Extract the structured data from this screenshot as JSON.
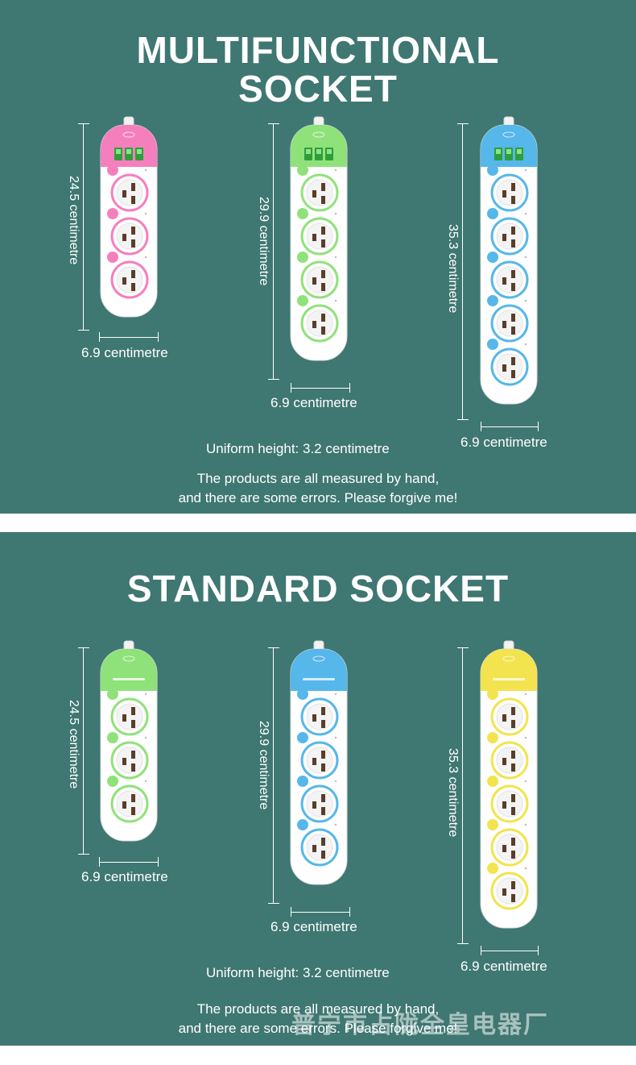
{
  "sections": [
    {
      "title_line1": "MULTIFUNCTIONAL",
      "title_line2": "SOCKET",
      "uniform_height": "Uniform height: 3.2 centimetre",
      "note_line1": "The products are all measured by hand,",
      "note_line2": "and there are some errors. Please forgive me!",
      "products": [
        {
          "color": "#f57fbd",
          "outlets": 3,
          "usb": true,
          "height_label": "24.5 centimetre",
          "width_label": "6.9 centimetre"
        },
        {
          "color": "#8fe27a",
          "outlets": 4,
          "usb": true,
          "height_label": "29.9 centimetre",
          "width_label": "6.9 centimetre"
        },
        {
          "color": "#56b7ea",
          "outlets": 5,
          "usb": true,
          "height_label": "35.3 centimetre",
          "width_label": "6.9 centimetre"
        }
      ]
    },
    {
      "title_line1": "STANDARD SOCKET",
      "title_line2": "",
      "uniform_height": "Uniform height: 3.2 centimetre",
      "note_line1": "The products are all measured by hand,",
      "note_line2": "and there are some errors. Please forgive me!",
      "products": [
        {
          "color": "#8fe27a",
          "outlets": 3,
          "usb": false,
          "height_label": "24.5 centimetre",
          "width_label": "6.9 centimetre"
        },
        {
          "color": "#56b7ea",
          "outlets": 4,
          "usb": false,
          "height_label": "29.9 centimetre",
          "width_label": "6.9 centimetre"
        },
        {
          "color": "#f3e34e",
          "outlets": 5,
          "usb": false,
          "height_label": "35.3 centimetre",
          "width_label": "6.9 centimetre"
        }
      ]
    }
  ],
  "watermark": "普宁市占陇全皇电器厂"
}
